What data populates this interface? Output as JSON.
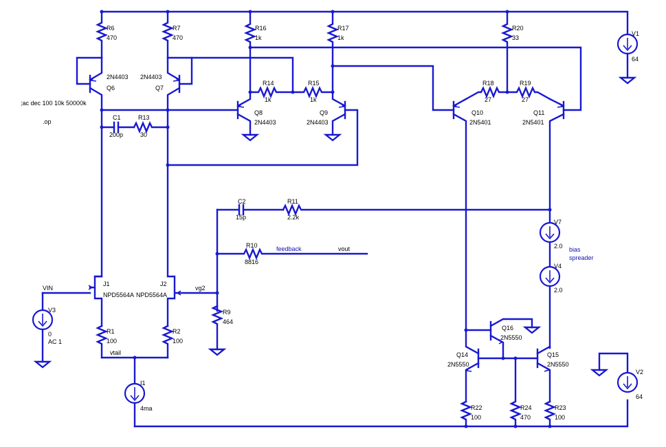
{
  "directives": {
    "ac": ";ac dec 100 10k 50000k",
    "op": ".op"
  },
  "resistors": {
    "R6": {
      "ref": "R6",
      "value": "470"
    },
    "R7": {
      "ref": "R7",
      "value": "470"
    },
    "R16": {
      "ref": "R16",
      "value": "1k"
    },
    "R17": {
      "ref": "R17",
      "value": "1k"
    },
    "R20": {
      "ref": "R20",
      "value": "33"
    },
    "R14": {
      "ref": "R14",
      "value": "1k"
    },
    "R15": {
      "ref": "R15",
      "value": "1k"
    },
    "R18": {
      "ref": "R18",
      "value": "27"
    },
    "R19": {
      "ref": "R19",
      "value": "27"
    },
    "R13": {
      "ref": "R13",
      "value": "30"
    },
    "R11": {
      "ref": "R11",
      "value": "2.2k"
    },
    "R10": {
      "ref": "R10",
      "value": "8816"
    },
    "R9": {
      "ref": "R9",
      "value": "464"
    },
    "R1": {
      "ref": "R1",
      "value": "100"
    },
    "R2": {
      "ref": "R2",
      "value": "100"
    },
    "R22": {
      "ref": "R22",
      "value": "100"
    },
    "R24": {
      "ref": "R24",
      "value": "470"
    },
    "R23": {
      "ref": "R23",
      "value": "100"
    }
  },
  "capacitors": {
    "C1": {
      "ref": "C1",
      "value": "200p"
    },
    "C2": {
      "ref": "C2",
      "value": "15p"
    }
  },
  "transistors": {
    "Q6": {
      "ref": "Q6",
      "model": "2N4403"
    },
    "Q7": {
      "ref": "Q7",
      "model": "2N4403"
    },
    "Q8": {
      "ref": "Q8",
      "model": "2N4403"
    },
    "Q9": {
      "ref": "Q9",
      "model": "2N4403"
    },
    "Q10": {
      "ref": "Q10",
      "model": "2N5401"
    },
    "Q11": {
      "ref": "Q11",
      "model": "2N5401"
    },
    "Q14": {
      "ref": "Q14",
      "model": "2N5550"
    },
    "Q15": {
      "ref": "Q15",
      "model": "2N5550"
    },
    "Q16": {
      "ref": "Q16",
      "model": "2N5550"
    },
    "J1": {
      "ref": "J1",
      "model": "NPD5564A"
    },
    "J2": {
      "ref": "J2",
      "model": "NPD5564A"
    }
  },
  "sources": {
    "V1": {
      "ref": "V1",
      "value": "64"
    },
    "V2": {
      "ref": "V2",
      "value": "64"
    },
    "V3": {
      "ref": "V3",
      "value": "0",
      "ac": "AC 1"
    },
    "V7": {
      "ref": "V7",
      "value": "2.0"
    },
    "V4": {
      "ref": "V4",
      "value": "2.0"
    },
    "I1": {
      "ref": "I1",
      "value": "4ma"
    }
  },
  "nets": {
    "vin": "VIN",
    "vg2": "vg2",
    "vtail": "vtail",
    "feedback": "feedback",
    "vout": "vout"
  },
  "notes": {
    "bias1": "bias",
    "bias2": "spreader"
  },
  "colors": {
    "wire": "#1818d0",
    "text": "#000000",
    "note": "#1010b0"
  }
}
